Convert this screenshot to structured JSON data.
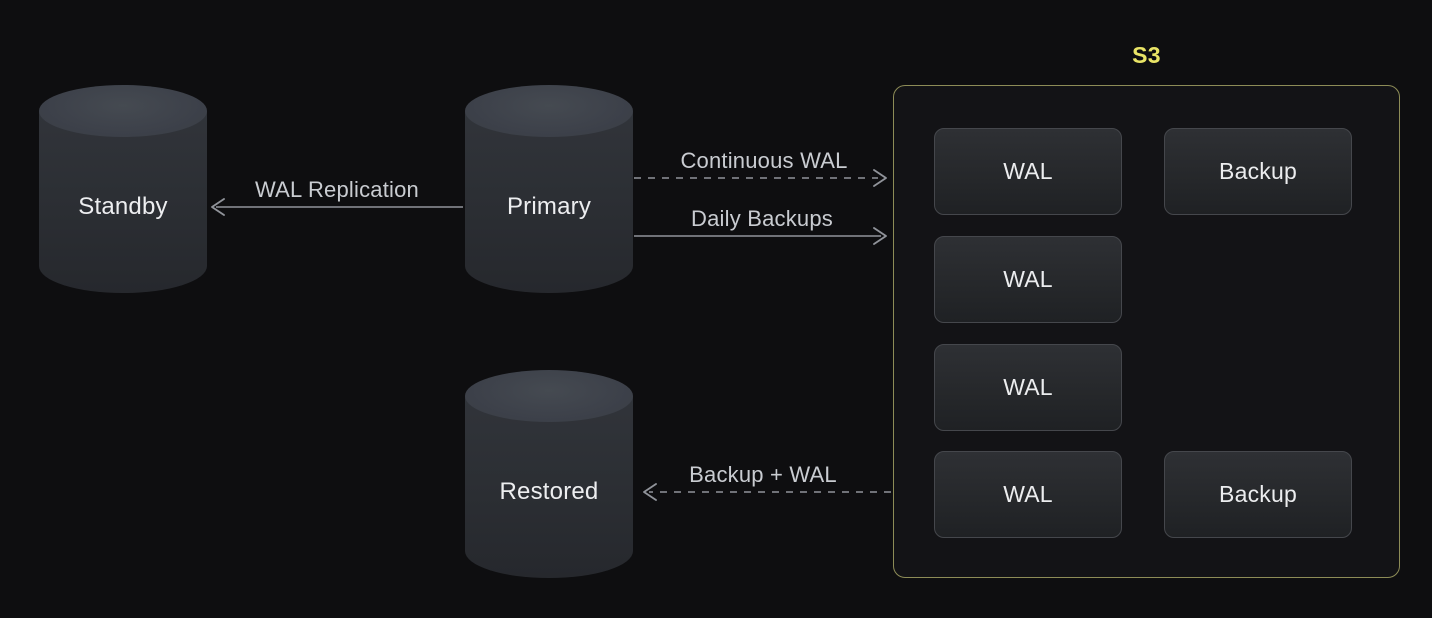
{
  "nodes": {
    "standby": {
      "label": "Standby"
    },
    "primary": {
      "label": "Primary"
    },
    "restored": {
      "label": "Restored"
    }
  },
  "s3": {
    "title": "S3",
    "boxes": [
      {
        "label": "WAL"
      },
      {
        "label": "Backup"
      },
      {
        "label": "WAL"
      },
      {
        "label": "WAL"
      },
      {
        "label": "WAL"
      },
      {
        "label": "Backup"
      }
    ]
  },
  "edges": {
    "wal_replication": {
      "label": "WAL Replication",
      "style": "solid",
      "direction": "left"
    },
    "continuous_wal": {
      "label": "Continuous WAL",
      "style": "dashed",
      "direction": "right"
    },
    "daily_backups": {
      "label": "Daily Backups",
      "style": "solid",
      "direction": "right"
    },
    "backup_wal": {
      "label": "Backup + WAL",
      "style": "dashed",
      "direction": "left"
    }
  },
  "colors": {
    "background": "#0e0e10",
    "s3_accent": "#e9e466",
    "s3_border": "#8d8c57",
    "cylinder_body": "#2b2e33",
    "cylinder_top": "#3d414a",
    "box_background": "#26282b",
    "box_border": "#45474c",
    "arrow_line": "#90939a",
    "label_text": "#c9ccd1",
    "node_text": "#edeef0"
  }
}
